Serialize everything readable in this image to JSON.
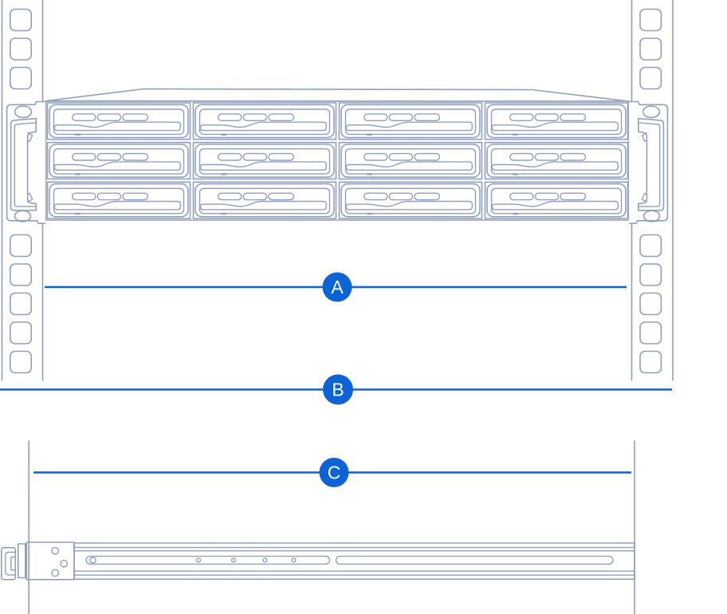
{
  "figure": {
    "title": "rack-mount-installation-diagram",
    "colors": {
      "background": "#ffffff",
      "outline": "#8fa0be",
      "accent": "#0d62d4",
      "badge_text": "#ffffff"
    },
    "callouts": [
      {
        "label": "A"
      },
      {
        "label": "B"
      },
      {
        "label": "C"
      }
    ],
    "rack": {
      "posts": 2,
      "visible_holes_per_post": 8,
      "holes_above_device": 3,
      "holes_below_device": 5
    },
    "device": {
      "drive_bay_columns": 4,
      "drive_bay_rows": 3,
      "total_drive_bays": 12,
      "slots_per_tray": 3
    },
    "rail": {
      "bracket_holes": 3,
      "slide_slots": 2,
      "slot_rivets": 5
    }
  }
}
